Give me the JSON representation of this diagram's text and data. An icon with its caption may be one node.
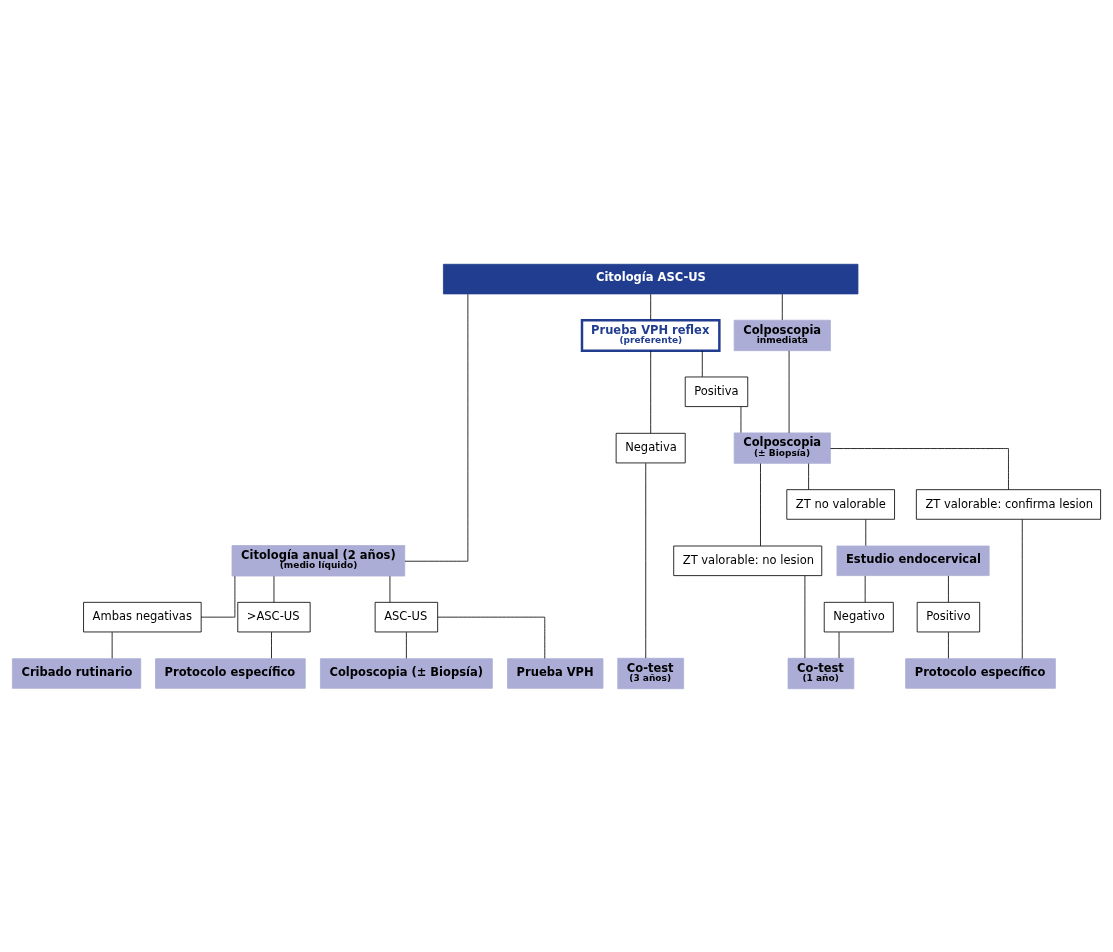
{
  "diagram": {
    "nodes": [
      {
        "text": [
          "Citología ASC-US"
        ]
      },
      {
        "text": [
          "Citología anual (2 años)",
          "(medio líquido)"
        ]
      },
      {
        "text": [
          "Prueba VPH reflex",
          "(preferente)"
        ]
      },
      {
        "text": [
          "Colposcopia",
          "inmediata"
        ]
      },
      {
        "text": [
          "Ambas negativas"
        ]
      },
      {
        "text": [
          ">ASC-US"
        ]
      },
      {
        "text": [
          "ASC-US"
        ]
      },
      {
        "text": [
          "Negativa"
        ]
      },
      {
        "text": [
          "Positiva"
        ]
      },
      {
        "text": [
          "Colposcopia",
          "(± Biopsía)"
        ]
      },
      {
        "text": [
          "Colposcopia (± Biopsía)"
        ]
      },
      {
        "text": [
          "Prueba VPH"
        ]
      },
      {
        "text": [
          "ZT valorable: no lesion"
        ]
      },
      {
        "text": [
          "ZT no valorable"
        ]
      },
      {
        "text": [
          "ZT valorable: confirma lesion"
        ]
      },
      {
        "text": [
          "Estudio endocervical"
        ]
      },
      {
        "text": [
          "Negativo"
        ]
      },
      {
        "text": [
          "Positivo"
        ]
      },
      {
        "text": [
          "Cribado rutinario"
        ]
      },
      {
        "text": [
          "Protocolo específico"
        ]
      },
      {
        "text": [
          "Co-test",
          "(3 años)"
        ]
      },
      {
        "text": [
          "Co-test",
          "(1 año)"
        ]
      },
      {
        "text": [
          "Protocolo específico"
        ]
      }
    ],
    "edges": [
      {
        "from": 0,
        "to": 1,
        "arrow": "none"
      },
      {
        "from": 0,
        "to": 2,
        "arrow": "none"
      },
      {
        "from": 0,
        "to": 3,
        "arrow": "none"
      },
      {
        "from": 1,
        "to": 4,
        "arrow": "none"
      },
      {
        "from": 1,
        "to": 5,
        "arrow": "none"
      },
      {
        "from": 1,
        "to": 6,
        "arrow": "none"
      },
      {
        "from": 2,
        "to": 7,
        "arrow": "none"
      },
      {
        "from": 2,
        "to": 8,
        "arrow": "none"
      },
      {
        "from": 4,
        "to": 18,
        "arrow": "none"
      },
      {
        "from": 5,
        "to": 19,
        "arrow": "none"
      },
      {
        "from": 6,
        "to": 10,
        "arrow": "none"
      },
      {
        "from": 6,
        "to": 11,
        "arrow": "none"
      },
      {
        "from": 7,
        "to": 20,
        "arrow": "none"
      },
      {
        "from": 8,
        "to": 9,
        "arrow": "none"
      },
      {
        "from": 3,
        "to": 9,
        "arrow": "none"
      },
      {
        "from": 9,
        "to": 12,
        "arrow": "none"
      },
      {
        "from": 9,
        "to": 13,
        "arrow": "none"
      },
      {
        "from": 9,
        "to": 14,
        "arrow": "none"
      },
      {
        "from": 12,
        "to": 21,
        "arrow": "none"
      },
      {
        "from": 13,
        "to": 15,
        "arrow": "none"
      },
      {
        "from": 15,
        "to": 16,
        "arrow": "none"
      },
      {
        "from": 15,
        "to": 17,
        "arrow": "none"
      },
      {
        "from": 16,
        "to": 21,
        "arrow": "none"
      },
      {
        "from": 17,
        "to": 22,
        "arrow": "none"
      },
      {
        "from": 14,
        "to": 22,
        "arrow": "none"
      }
    ]
  }
}
